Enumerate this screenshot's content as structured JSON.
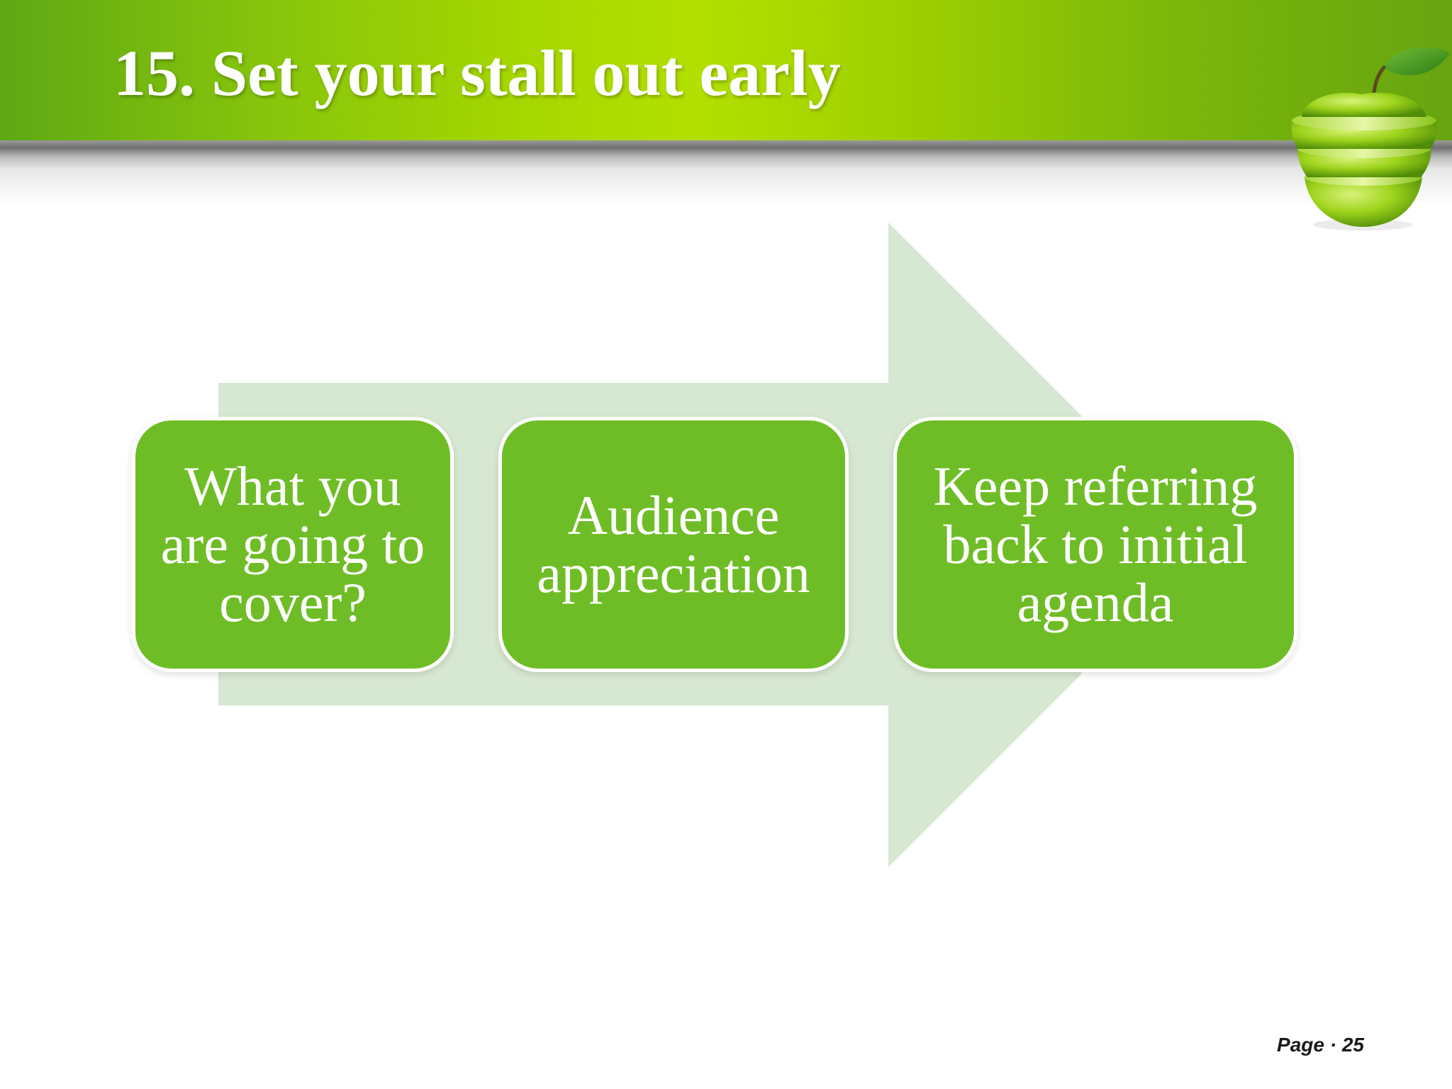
{
  "slide": {
    "title": "15. Set your stall out early"
  },
  "colors": {
    "header_green": "#a4d600",
    "box_green": "#6fbd26",
    "arrow_fill": "#d7e8d2",
    "text_white": "#ffffff"
  },
  "process": {
    "steps": [
      {
        "label": "What you are going to cover?"
      },
      {
        "label": "Audience appreciation"
      },
      {
        "label": "Keep referring back to initial agenda"
      }
    ]
  },
  "footer": {
    "page_label": "Page",
    "separator": "·",
    "page_number": "25"
  },
  "icons": {
    "logo": "green-apple-slices-icon"
  }
}
